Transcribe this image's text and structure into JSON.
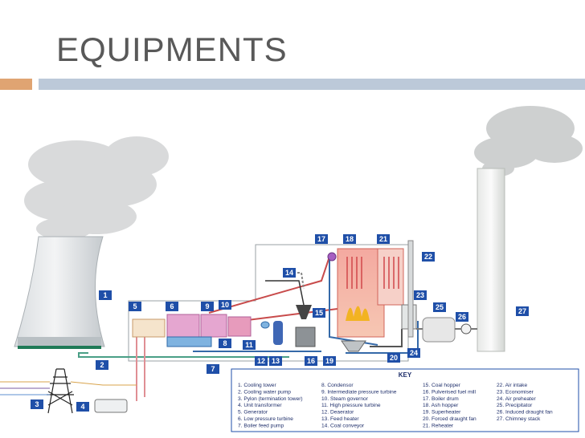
{
  "slide": {
    "title": "EQUIPMENTS",
    "accent_color": "#e0a472",
    "rule_color": "#bcc9d9"
  },
  "diagram": {
    "label_color": "#1f4fa8",
    "callouts": [
      "1",
      "2",
      "3",
      "4",
      "5",
      "6",
      "7",
      "8",
      "9",
      "10",
      "11",
      "12",
      "13",
      "14",
      "15",
      "16",
      "17",
      "18",
      "19",
      "20",
      "21",
      "22",
      "23",
      "24",
      "25",
      "26",
      "27"
    ],
    "key": {
      "title": "KEY",
      "columns": [
        [
          "1. Cooling tower",
          "2. Cooling water pump",
          "3. Pylon (termination tower)",
          "4. Unit transformer",
          "5. Generator",
          "6. Low pressure turbine",
          "7. Boiler feed pump"
        ],
        [
          "8. Condensor",
          "9. Intermediate pressure turbine",
          "10. Steam governor",
          "11. High pressure turbine",
          "12. Deaerator",
          "13. Feed heater",
          "14. Coal conveyor"
        ],
        [
          "15. Coal hopper",
          "16. Pulverised fuel mill",
          "17. Boiler drum",
          "18. Ash hopper",
          "19. Superheater",
          "20. Forced draught fan",
          "21. Reheater"
        ],
        [
          "22. Air intake",
          "23. Economiser",
          "24. Air preheater",
          "25. Precipitator",
          "26. Induced draught fan",
          "27. Chimney stack"
        ]
      ]
    }
  }
}
